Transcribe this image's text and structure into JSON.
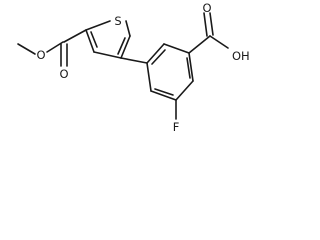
{
  "molecule": {
    "atoms": {
      "sulfur": "S",
      "carbonyl_oxygen_ester": "O",
      "ether_oxygen_ester": "O",
      "carbonyl_oxygen_acid": "O",
      "hydroxyl_acid": "OH",
      "fluorine": "F"
    }
  }
}
